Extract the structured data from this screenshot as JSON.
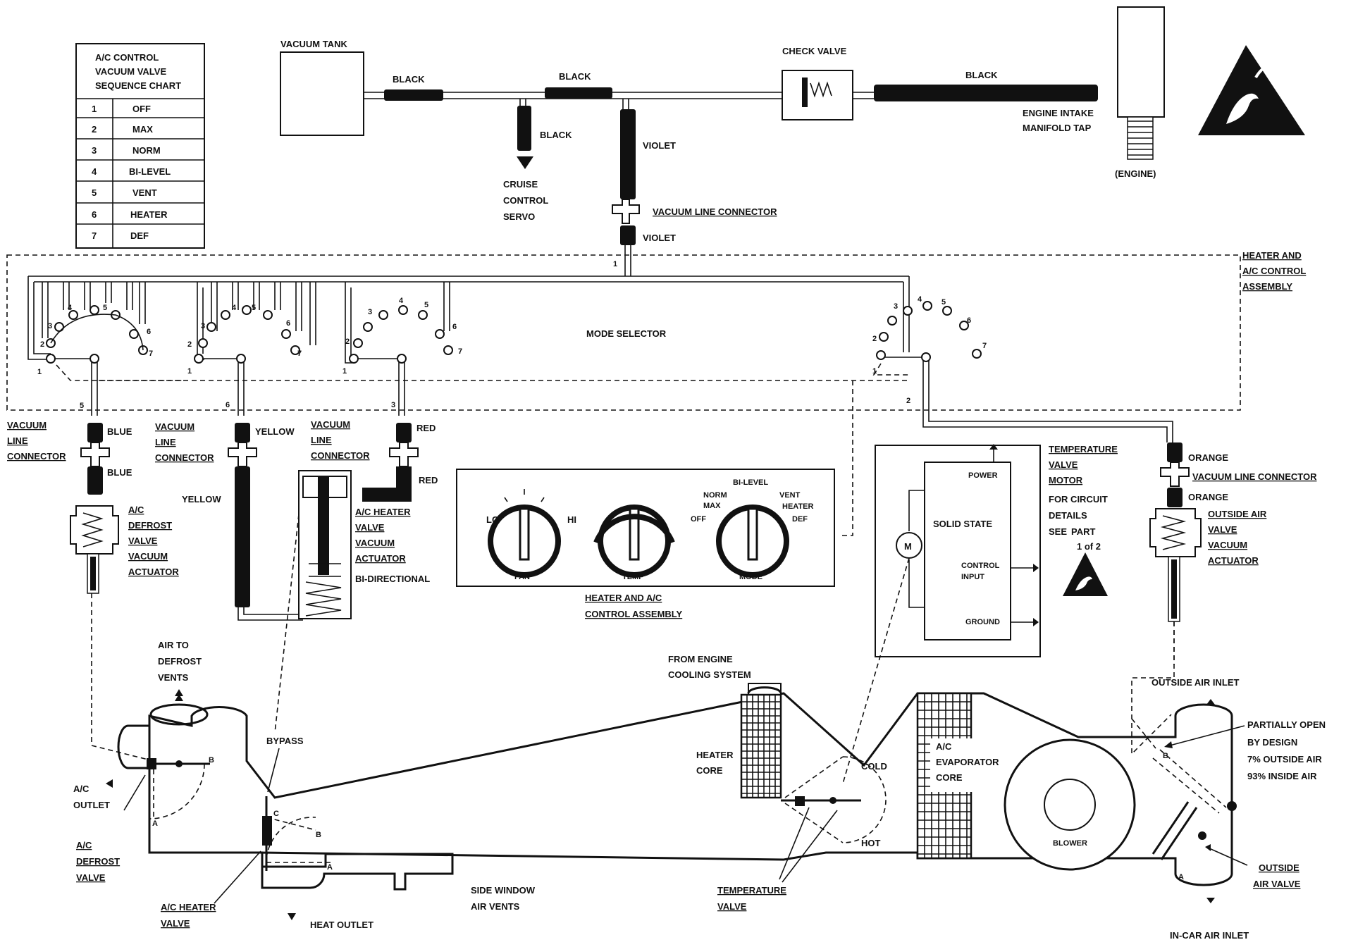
{
  "sequence_chart": {
    "title_lines": [
      "A/C CONTROL",
      "VACUUM VALVE",
      "SEQUENCE CHART"
    ],
    "rows": [
      {
        "num": "1",
        "mode": "OFF"
      },
      {
        "num": "2",
        "mode": "MAX"
      },
      {
        "num": "3",
        "mode": "NORM"
      },
      {
        "num": "4",
        "mode": "BI-LEVEL"
      },
      {
        "num": "5",
        "mode": "VENT"
      },
      {
        "num": "6",
        "mode": "HEATER"
      },
      {
        "num": "7",
        "mode": "DEF"
      }
    ]
  },
  "top": {
    "vacuum_tank": "VACUUM TANK",
    "black": "BLACK",
    "check_valve": "CHECK VALVE",
    "engine_tap_lines": [
      "ENGINE INTAKE",
      "MANIFOLD TAP"
    ],
    "engine": "(ENGINE)",
    "cruise_lines": [
      "CRUISE",
      "CONTROL",
      "SERVO"
    ],
    "violet": "VIOLET",
    "vacuum_line_connector": "VACUUM LINE CONNECTOR"
  },
  "assembly": {
    "label_lines": [
      "HEATER AND",
      "A/C CONTROL",
      "ASSEMBLY"
    ],
    "mode_selector": "MODE SELECTOR",
    "port_numbers": [
      "1",
      "2",
      "3",
      "4",
      "5",
      "6",
      "7"
    ]
  },
  "connectors": {
    "label_lines": [
      "VACUUM",
      "LINE",
      "CONNECTOR"
    ],
    "blue": "BLUE",
    "yellow": "YELLOW",
    "red": "RED",
    "orange": "ORANGE",
    "vacuum_line_connector": "VACUUM LINE CONNECTOR",
    "outlet_numbers": [
      "5",
      "6",
      "3",
      "2"
    ]
  },
  "actuators": {
    "defrost_lines": [
      "A/C",
      "DEFROST",
      "VALVE",
      "VACUUM",
      "ACTUATOR"
    ],
    "heater_lines": [
      "A/C HEATER",
      "VALVE",
      "VACUUM",
      "ACTUATOR"
    ],
    "bidirectional": "BI-DIRECTIONAL",
    "outside_lines": [
      "OUTSIDE AIR",
      "VALVE",
      "VACUUM",
      "ACTUATOR"
    ]
  },
  "control_panel": {
    "lo": "LO",
    "hi": "HI",
    "fan": "FAN",
    "temp": "TEMP",
    "mode": "MODE",
    "bi_level": "BI-LEVEL",
    "norm": "NORM",
    "max": "MAX",
    "off": "OFF",
    "vent": "VENT",
    "heater": "HEATER",
    "def": "DEF",
    "caption_lines": [
      "HEATER AND A/C",
      "CONTROL ASSEMBLY"
    ]
  },
  "temp_motor": {
    "power": "POWER",
    "solid_state": "SOLID STATE",
    "control_input_lines": [
      "CONTROL",
      "INPUT"
    ],
    "ground": "GROUND",
    "m": "M",
    "label_lines": [
      "TEMPERATURE",
      "VALVE",
      "MOTOR"
    ],
    "details_lines": [
      "FOR CIRCUIT",
      "DETAILS",
      "SEE"
    ],
    "part_lines": [
      "PART",
      "1 of 2"
    ]
  },
  "ducts": {
    "air_to_defrost_lines": [
      "AIR TO",
      "DEFROST",
      "VENTS"
    ],
    "ac_outlet_lines": [
      "A/C",
      "OUTLET"
    ],
    "defrost_valve_lines": [
      "A/C",
      "DEFROST",
      "VALVE"
    ],
    "bypass": "BYPASS",
    "heater_valve_lines": [
      "A/C HEATER",
      "VALVE"
    ],
    "heat_outlet": "HEAT OUTLET",
    "side_window_lines": [
      "SIDE WINDOW",
      "AIR VENTS"
    ],
    "from_engine_lines": [
      "FROM ENGINE",
      "COOLING SYSTEM"
    ],
    "heater_core_lines": [
      "HEATER",
      "CORE"
    ],
    "cold": "COLD",
    "hot": "HOT",
    "temp_valve_lines": [
      "TEMPERATURE",
      "VALVE"
    ],
    "evap_core_lines": [
      "A/C",
      "EVAPORATOR",
      "CORE"
    ],
    "blower": "BLOWER",
    "outside_inlet": "OUTSIDE AIR INLET",
    "partially_open_lines": [
      "PARTIALLY OPEN",
      "BY DESIGN",
      "7% OUTSIDE AIR",
      "93% INSIDE AIR"
    ],
    "outside_valve_lines": [
      "OUTSIDE",
      "AIR VALVE"
    ],
    "incar_inlet": "IN-CAR AIR INLET",
    "letters": {
      "a": "A",
      "b": "B",
      "c": "C"
    }
  }
}
